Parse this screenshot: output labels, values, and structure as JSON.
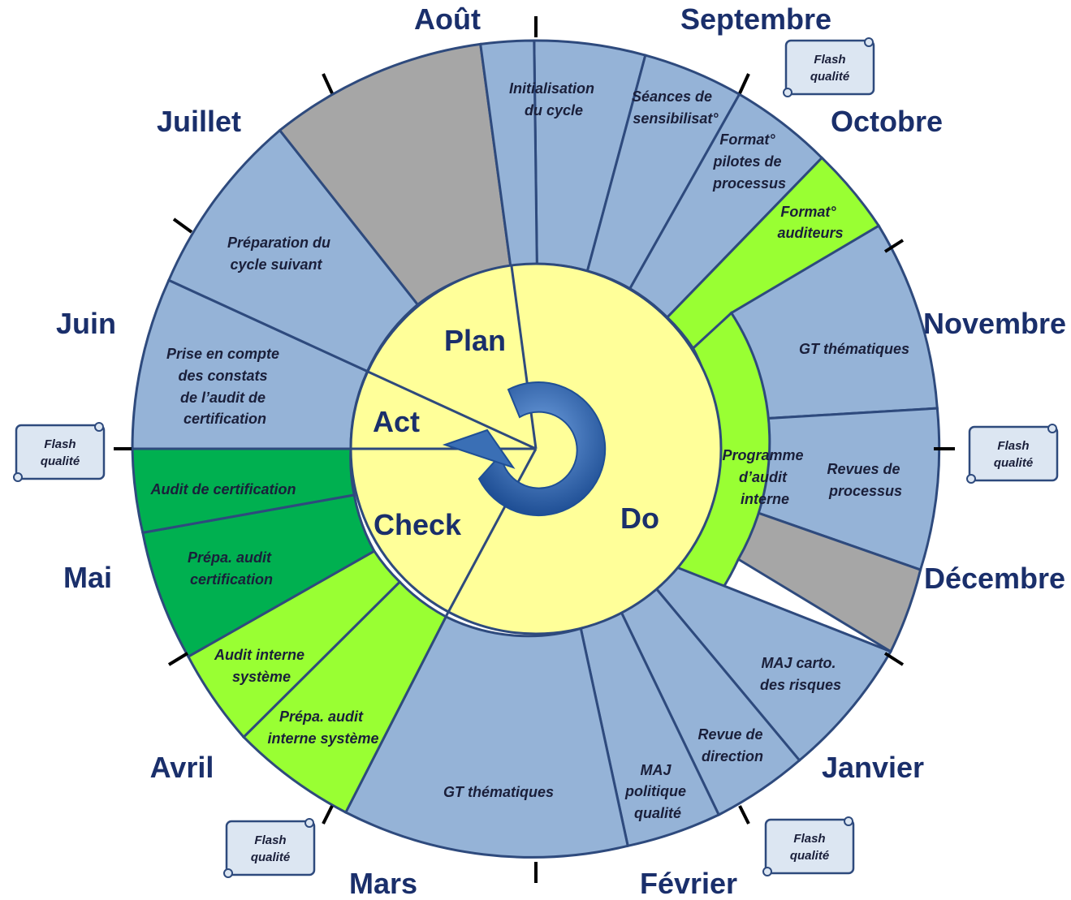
{
  "months": [
    {
      "key": "aout",
      "label": "Août"
    },
    {
      "key": "septembre",
      "label": "Septembre"
    },
    {
      "key": "octobre",
      "label": "Octobre"
    },
    {
      "key": "novembre",
      "label": "Novembre"
    },
    {
      "key": "decembre",
      "label": "Décembre"
    },
    {
      "key": "janvier",
      "label": "Janvier"
    },
    {
      "key": "fevrier",
      "label": "Février"
    },
    {
      "key": "mars",
      "label": "Mars"
    },
    {
      "key": "avril",
      "label": "Avril"
    },
    {
      "key": "mai",
      "label": "Mai"
    },
    {
      "key": "juin",
      "label": "Juin"
    },
    {
      "key": "juillet",
      "label": "Juillet"
    }
  ],
  "phases": {
    "plan": "Plan",
    "do": "Do",
    "check": "Check",
    "act": "Act"
  },
  "activities": {
    "initialisation": [
      "Initialisation",
      "du cycle"
    ],
    "seances": [
      "Séances de",
      "sensibilisat°"
    ],
    "format_pilotes": [
      "Format°",
      "pilotes de",
      "processus"
    ],
    "format_auditeurs": [
      "Format°",
      "auditeurs"
    ],
    "gt_them_nov": [
      "GT thématiques"
    ],
    "revues_processus": [
      "Revues de",
      "processus"
    ],
    "programme_audit": [
      "Programme",
      "d’audit",
      "interne"
    ],
    "maj_carto": [
      "MAJ carto.",
      "des risques"
    ],
    "revue_direction": [
      "Revue de",
      "direction"
    ],
    "maj_politique": [
      "MAJ",
      "politique",
      "qualité"
    ],
    "gt_them_mars": [
      "GT thématiques"
    ],
    "prepa_audit_interne": [
      "Prépa. audit",
      "interne système"
    ],
    "audit_interne": [
      "Audit interne",
      "système"
    ],
    "prepa_audit_certif": [
      "Prépa. audit",
      "certification"
    ],
    "audit_certif": [
      "Audit de certification"
    ],
    "prise_en_compte": [
      "Prise en compte",
      "des constats",
      "de l’audit de",
      "certification"
    ],
    "preparation_cycle": [
      "Préparation du",
      "cycle suivant"
    ]
  },
  "flash_label": [
    "Flash",
    "qualité"
  ],
  "colors": {
    "blue": "#95b3d7",
    "grey": "#a6a6a6",
    "lime": "#99ff33",
    "green": "#00b050",
    "yellow": "#ffff99",
    "stroke": "#2e4a7d",
    "arrow": "#3a6fb5"
  }
}
